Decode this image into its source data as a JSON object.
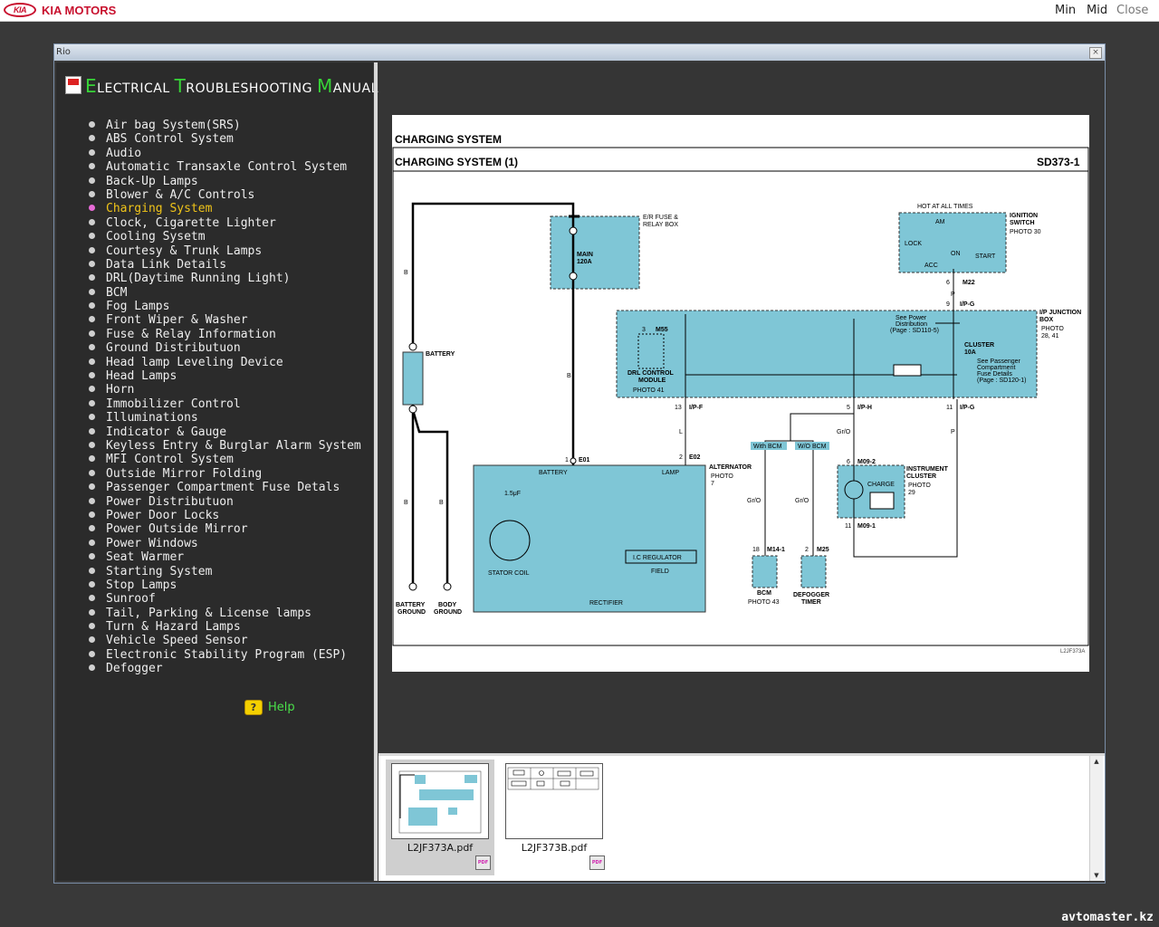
{
  "app": {
    "brand_logo_text": "KIA",
    "brand_name": "KIA MOTORS",
    "controls": {
      "min": "Min",
      "mid": "Mid",
      "close": "Close"
    }
  },
  "window": {
    "title": "Rio",
    "close_glyph": "×"
  },
  "manual": {
    "title_letters": [
      {
        "cap": "E",
        "rest": "LECTRICAL "
      },
      {
        "cap": "T",
        "rest": "ROUBLESHOOTING "
      },
      {
        "cap": "M",
        "rest": "ANUAL"
      }
    ]
  },
  "menu_items": [
    "Air bag System(SRS)",
    "ABS Control System",
    "Audio",
    "Automatic Transaxle Control System",
    "Back-Up Lamps",
    "Blower & A/C Controls",
    "Charging System",
    "Clock, Cigarette Lighter",
    "Cooling Sysetm",
    "Courtesy & Trunk Lamps",
    "Data Link Details",
    "DRL(Daytime Running Light)",
    "BCM",
    "Fog Lamps",
    "Front Wiper & Washer",
    "Fuse & Relay Information",
    "Ground Distributuon",
    "Head lamp Leveling Device",
    "Head Lamps",
    "Horn",
    "Immobilizer Control",
    "Illuminations",
    "Indicator & Gauge",
    "Keyless Entry & Burglar Alarm System",
    "MFI Control System",
    "Outside Mirror Folding",
    "Passenger Compartment Fuse Detals",
    "Power Distributuon",
    "Power Door Locks",
    "Power Outside Mirror",
    "Power Windows",
    "Seat Warmer",
    "Starting System",
    "Stop Lamps",
    "Sunroof",
    "Tail, Parking & License lamps",
    "Turn & Hazard Lamps",
    "Vehicle Speed Sensor",
    "Electronic Stability Program (ESP)",
    "Defogger"
  ],
  "active_index": 6,
  "help": {
    "label": "Help",
    "icon": "?"
  },
  "diagram": {
    "title": "CHARGING SYSTEM",
    "subtitle": "CHARGING SYSTEM (1)",
    "code": "SD373-1",
    "footer_code": "L2JF373A",
    "labels": {
      "er_fuse": "E/R FUSE &",
      "relay_box": "RELAY BOX",
      "main": "MAIN",
      "main_amp": "120A",
      "battery": "BATTERY",
      "hot": "HOT AT ALL TIMES",
      "ignition": "IGNITION",
      "switch": "SWITCH",
      "photo30": "PHOTO 30",
      "am": "AM",
      "lock": "LOCK",
      "on": "ON",
      "acc": "ACC",
      "start": "START",
      "m22": "M22",
      "ipg": "I/P-G",
      "junction1": "I/P JUNCTION",
      "junction2": "BOX",
      "photo2841a": "PHOTO",
      "photo2841b": "28, 41",
      "see_power1": "See Power",
      "see_power2": "Distribution",
      "see_power3": "(Page : SD110-5)",
      "cluster": "CLUSTER",
      "cluster_amp": "10A",
      "see_pass1": "See Passenger",
      "see_pass2": "Compartment",
      "see_pass3": "Fuse Details",
      "see_pass4": "(Page : SD120-1)",
      "m55": "M55",
      "drl1": "DRL CONTROL",
      "drl2": "MODULE",
      "photo41": "PHOTO 41",
      "ipf": "I/P-F",
      "iph": "I/P-H",
      "e01": "E01",
      "e02": "E02",
      "alternator": "ALTERNATOR",
      "photo7a": "PHOTO",
      "photo7b": "7",
      "lamp": "LAMP",
      "cap": "1.5μF",
      "stator": "STATOR COIL",
      "ic_reg": "I.C REGULATOR",
      "field": "FIELD",
      "rectifier": "RECTIFIER",
      "with_bcm": "With BCM",
      "wo_bcm": "W/O BCM",
      "m09_2": "M09-2",
      "m09_1": "M09-1",
      "charge": "CHARGE",
      "instr1": "INSTRUMENT",
      "instr2": "CLUSTER",
      "photo29a": "PHOTO",
      "photo29b": "29",
      "m14_1": "M14-1",
      "m25": "M25",
      "bcm": "BCM",
      "photo43": "PHOTO 43",
      "defogger1": "DEFOGGER",
      "defogger2": "TIMER",
      "bat_ground1": "BATTERY",
      "bat_ground2": "GROUND",
      "body_ground1": "BODY",
      "body_ground2": "GROUND",
      "wire_b": "B",
      "wire_p": "P",
      "wire_l": "L",
      "wire_gro": "Gr/O",
      "pin6": "6",
      "pin9": "9",
      "pin3": "3",
      "pin13": "13",
      "pin5": "5",
      "pin11": "11",
      "pin1": "1",
      "pin2": "2",
      "pin18": "18"
    }
  },
  "thumbnails": [
    {
      "file": "L2JF373A.pdf",
      "badge": "PDF",
      "selected": true
    },
    {
      "file": "L2JF373B.pdf",
      "badge": "PDF",
      "selected": false
    }
  ],
  "scroll": {
    "up": "▲",
    "down": "▼"
  },
  "watermark": "avtomaster.kz",
  "colors": {
    "accent_green": "#37d437",
    "active_item": "#f0c419",
    "diagram_fill": "#7fc6d6",
    "kia_red": "#c8102e"
  }
}
